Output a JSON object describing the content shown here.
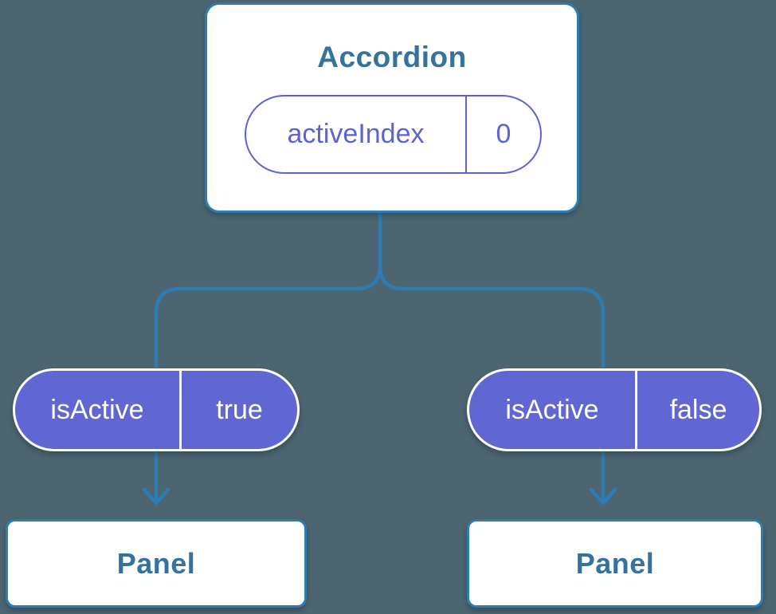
{
  "theme": {
    "background": "#4c6570",
    "line_blue": "#2d7cb3",
    "text_blue": "#34739f",
    "purple": "#5c63d4",
    "pill_fill": "#6067d3",
    "pill_text": "#ffffff",
    "box_bg": "#ffffff"
  },
  "tree": {
    "root": {
      "title": "Accordion",
      "prop": {
        "name": "activeIndex",
        "value": "0"
      }
    },
    "children": [
      {
        "prop": {
          "name": "isActive",
          "value": "true"
        },
        "box": "Panel"
      },
      {
        "prop": {
          "name": "isActive",
          "value": "false"
        },
        "box": "Panel"
      }
    ]
  }
}
